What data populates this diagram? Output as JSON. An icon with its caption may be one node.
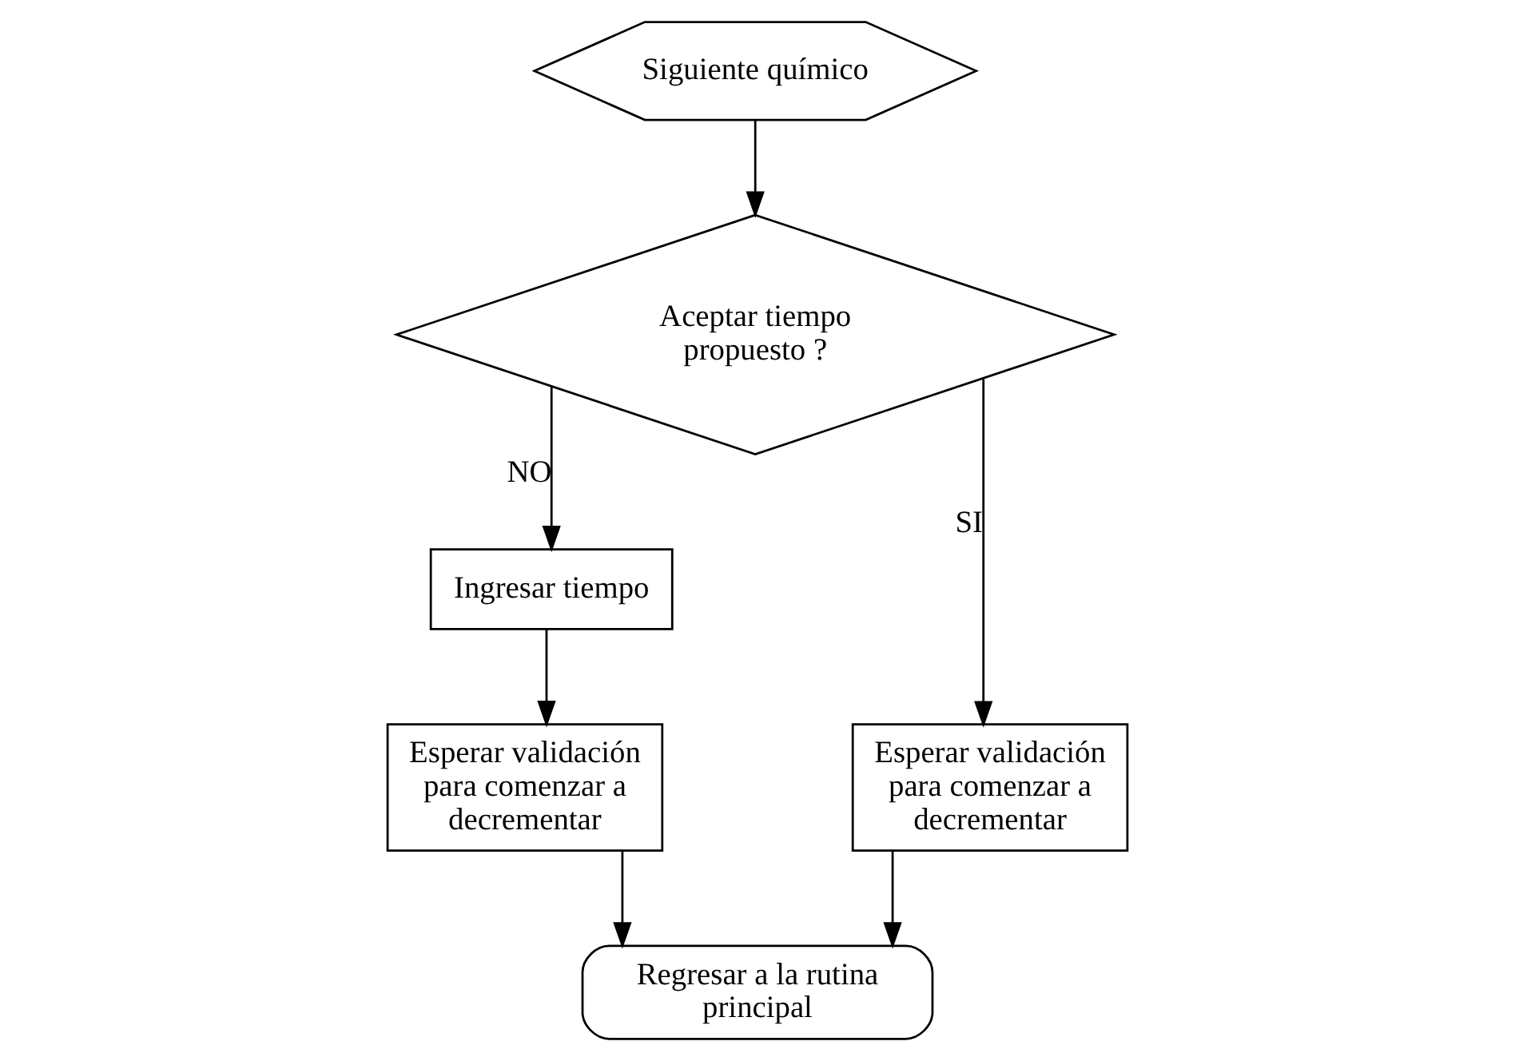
{
  "diagram": {
    "nodes": [
      {
        "text": [
          "Siguiente químico"
        ]
      },
      {
        "text": [
          "Aceptar tiempo propuesto ?"
        ]
      },
      {
        "text": [
          "Ingresar tiempo"
        ]
      },
      {
        "text": [
          "Esperar validación para comenzar a decrementar"
        ]
      },
      {
        "text": [
          "Esperar validación para comenzar a decrementar"
        ]
      },
      {
        "text": [
          "Regresar a la rutina principal"
        ]
      }
    ],
    "edges": [
      {
        "from": 0,
        "to": 1,
        "arrow": "to"
      },
      {
        "from": 1,
        "to": 2,
        "arrow": "to",
        "label": "NO"
      },
      {
        "from": 1,
        "to": 3,
        "arrow": "to",
        "label": "SI"
      },
      {
        "from": 2,
        "to": 4,
        "arrow": "to"
      },
      {
        "from": 4,
        "to": 5,
        "arrow": "to"
      },
      {
        "from": 3,
        "to": 5,
        "arrow": "to"
      }
    ]
  }
}
